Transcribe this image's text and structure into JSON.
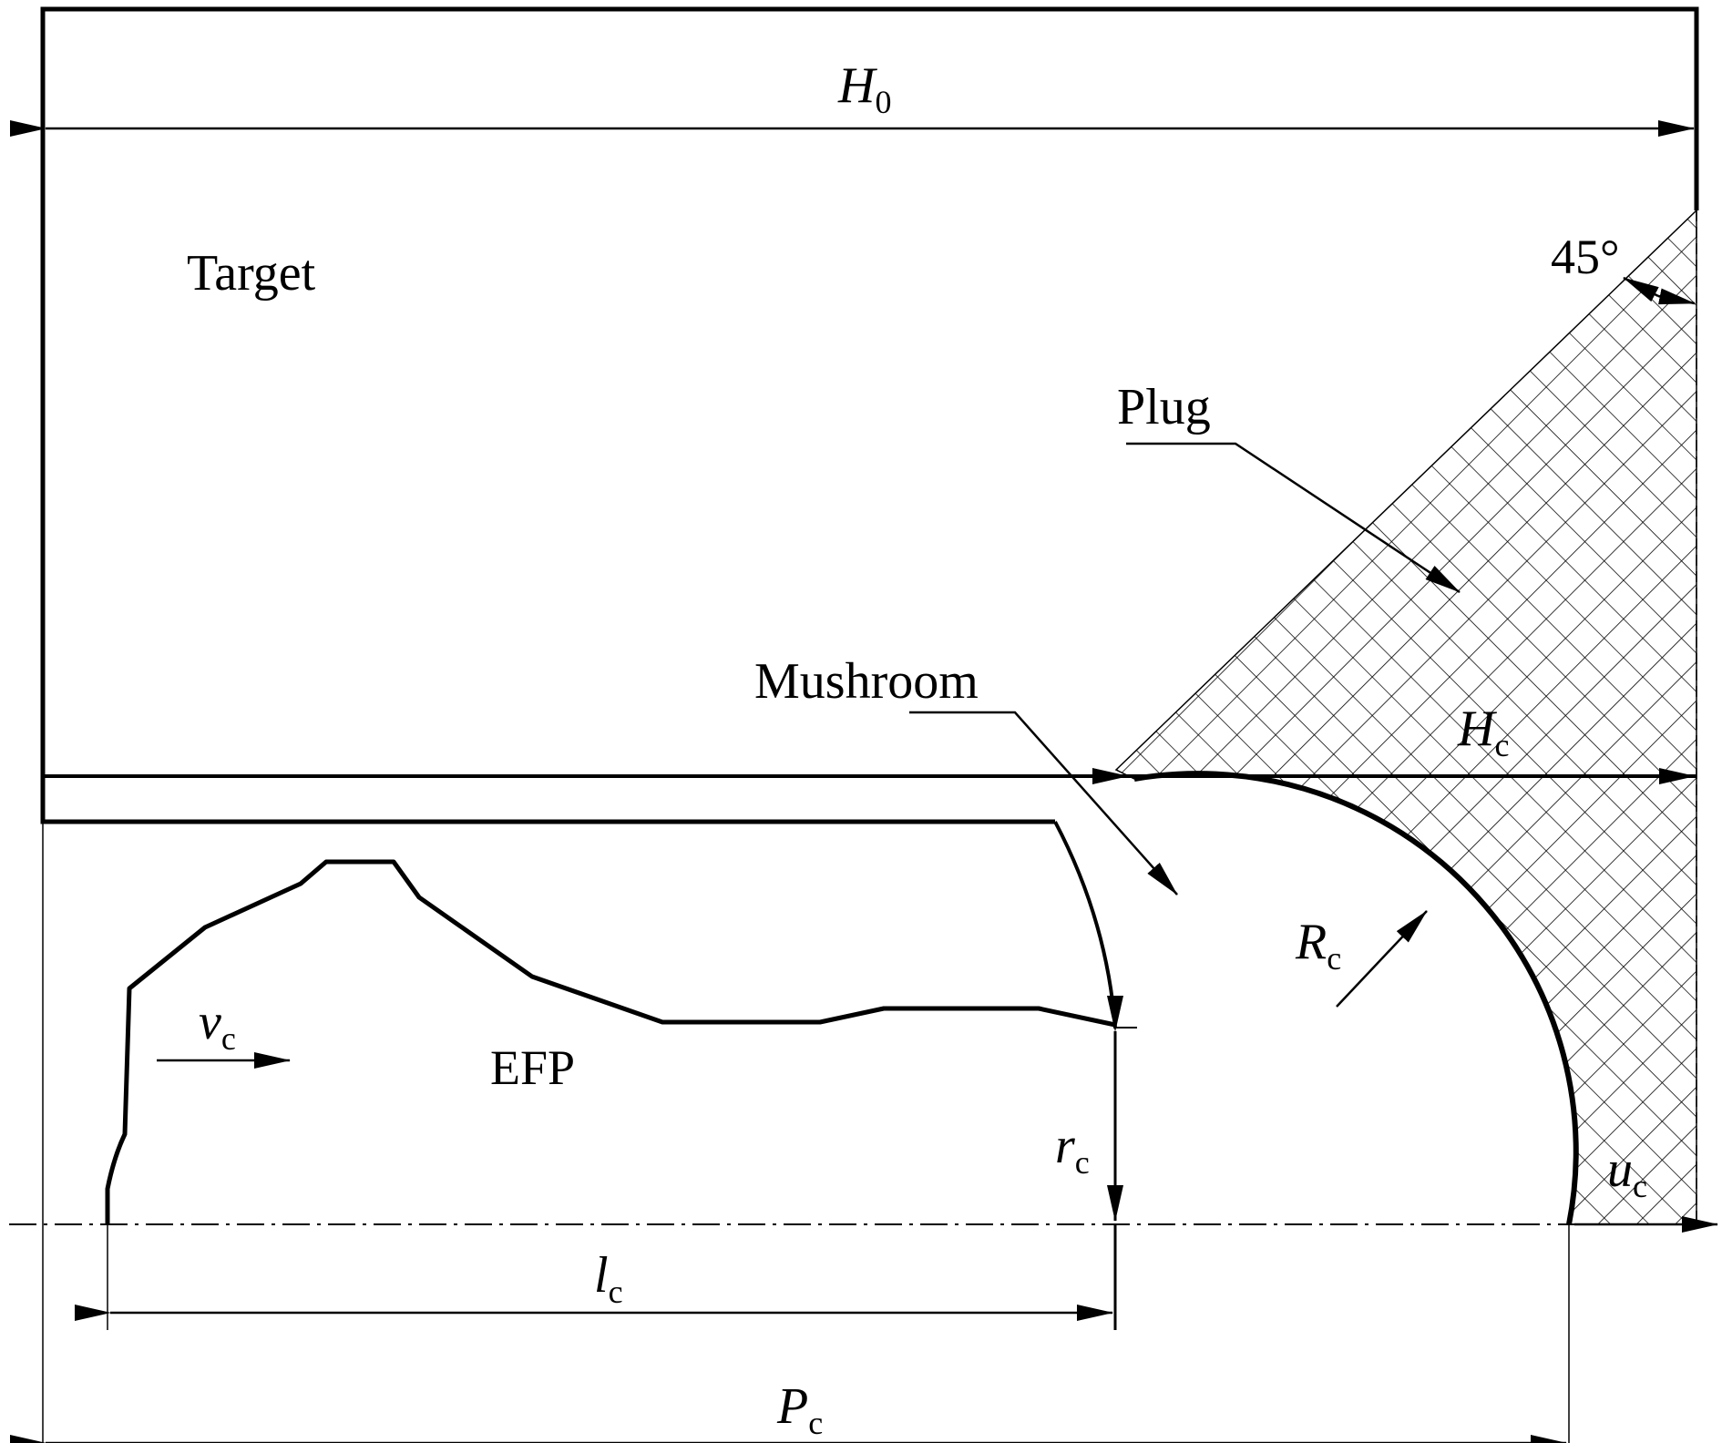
{
  "labels": {
    "H0": {
      "main": "H",
      "sub": "0"
    },
    "Hc": {
      "main": "H",
      "sub": "c"
    },
    "Rc": {
      "main": "R",
      "sub": "c"
    },
    "rc": {
      "main": "r",
      "sub": "c"
    },
    "lc": {
      "main": "l",
      "sub": "c"
    },
    "Pc": {
      "main": "P",
      "sub": "c"
    },
    "vc": {
      "main": "v",
      "sub": "c"
    },
    "uc": {
      "main": "u",
      "sub": "c"
    },
    "angle": "45°",
    "target": "Target",
    "plug": "Plug",
    "mushroom": "Mushroom",
    "efp": "EFP"
  },
  "colors": {
    "ink": "#000000",
    "background": "#ffffff"
  }
}
